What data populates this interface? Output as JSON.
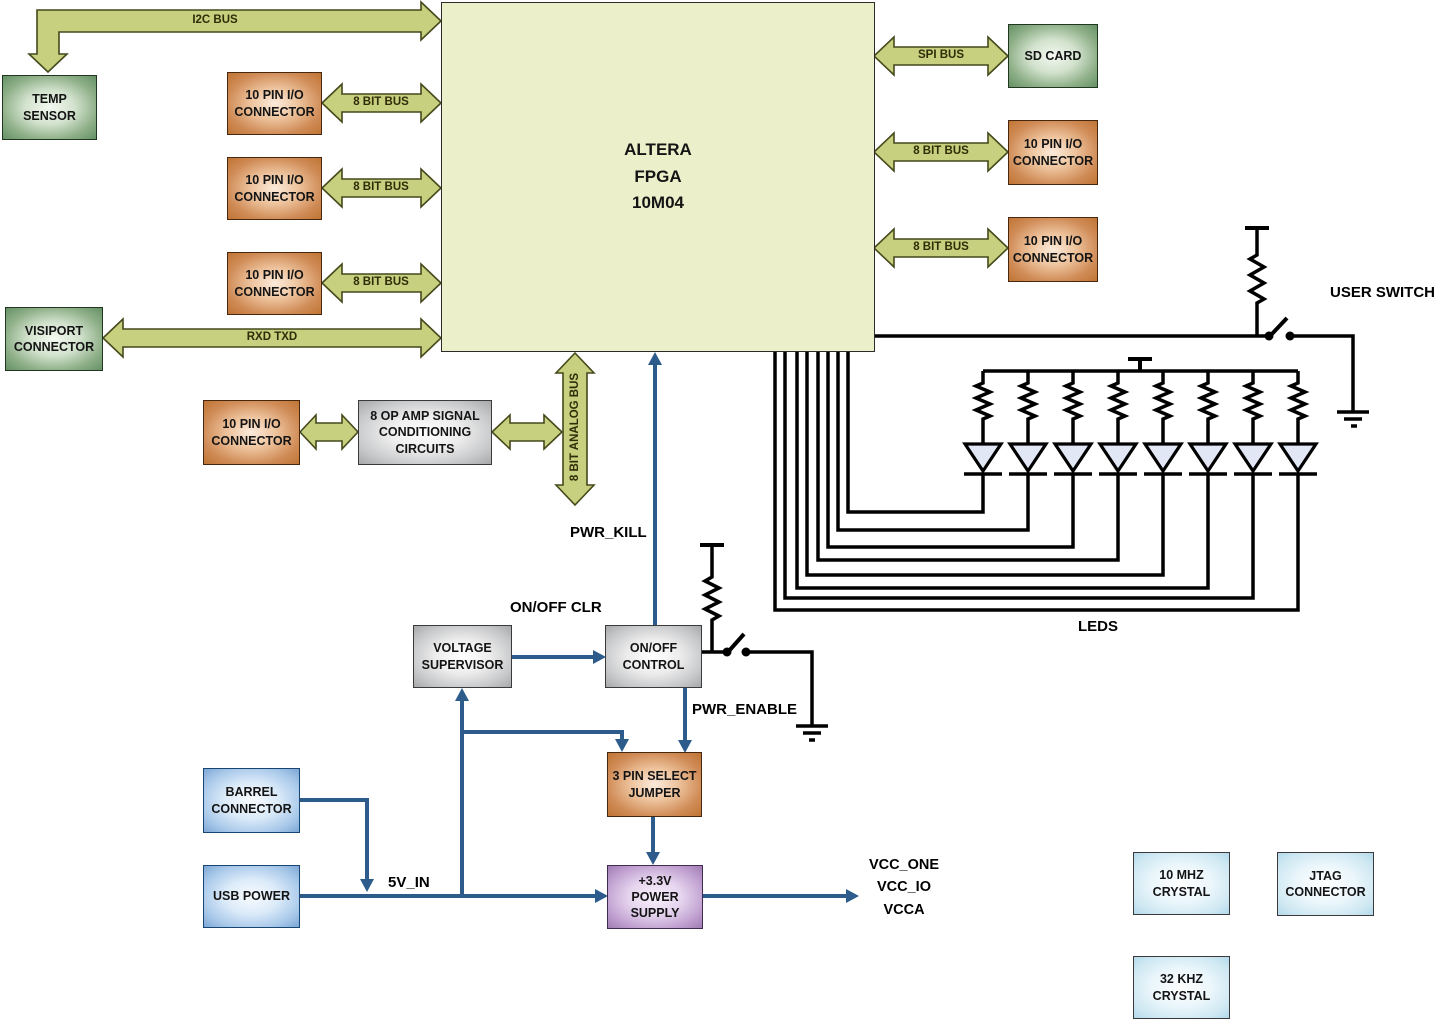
{
  "fpga": {
    "lines": [
      "ALTERA",
      "FPGA",
      "10M04"
    ]
  },
  "boxes": {
    "temp_sensor": [
      "TEMP",
      "SENSOR"
    ],
    "io_connector": [
      "10 PIN I/O",
      "CONNECTOR"
    ],
    "visiport": [
      "VISIPORT",
      "CONNECTOR"
    ],
    "sd_card": [
      "SD CARD"
    ],
    "opamp": [
      "8 OP AMP SIGNAL",
      "CONDITIONING",
      "CIRCUITS"
    ],
    "voltage_supervisor": [
      "VOLTAGE",
      "SUPERVISOR"
    ],
    "onoff_control": [
      "ON/OFF",
      "CONTROL"
    ],
    "jumper": [
      "3 PIN SELECT",
      "JUMPER"
    ],
    "barrel": [
      "BARREL",
      "CONNECTOR"
    ],
    "usb": [
      "USB POWER"
    ],
    "psu": [
      "+3.3V",
      "POWER",
      "SUPPLY"
    ],
    "crystal_10mhz": [
      "10 MHZ",
      "CRYSTAL"
    ],
    "jtag": [
      "JTAG",
      "CONNECTOR"
    ],
    "crystal_32khz": [
      "32 KHZ",
      "CRYSTAL"
    ]
  },
  "bus_labels": {
    "i2c": "I2C BUS",
    "spi": "SPI BUS",
    "bit8": "8 BIT BUS",
    "rxd_txd": "RXD TXD",
    "analog": "8 BIT ANALOG BUS"
  },
  "net_labels": {
    "user_switch": "USER SWITCH",
    "leds": "LEDS",
    "pwr_kill": "PWR_KILL",
    "onoff_clr": "ON/OFF CLR",
    "pwr_enable": "PWR_ENABLE",
    "v5_in": "5V_IN",
    "vcc": [
      "VCC_ONE",
      "VCC_IO",
      "VCCA"
    ]
  },
  "colors": {
    "bus_arrow_fill": "#c7d07e",
    "bus_arrow_stroke": "#45491b",
    "wire_blue": "#2d5b8c",
    "wire_black": "#000000",
    "fpga_fill": "#ebefca",
    "connector_orange": "#bf7434",
    "box_green": "#659165",
    "box_blue": "#7da7d5",
    "box_purple": "#a17cb3",
    "box_cyan": "#b2d9ea",
    "box_gray": "#a7a8aa",
    "led_fill": "#e1e7f5"
  }
}
